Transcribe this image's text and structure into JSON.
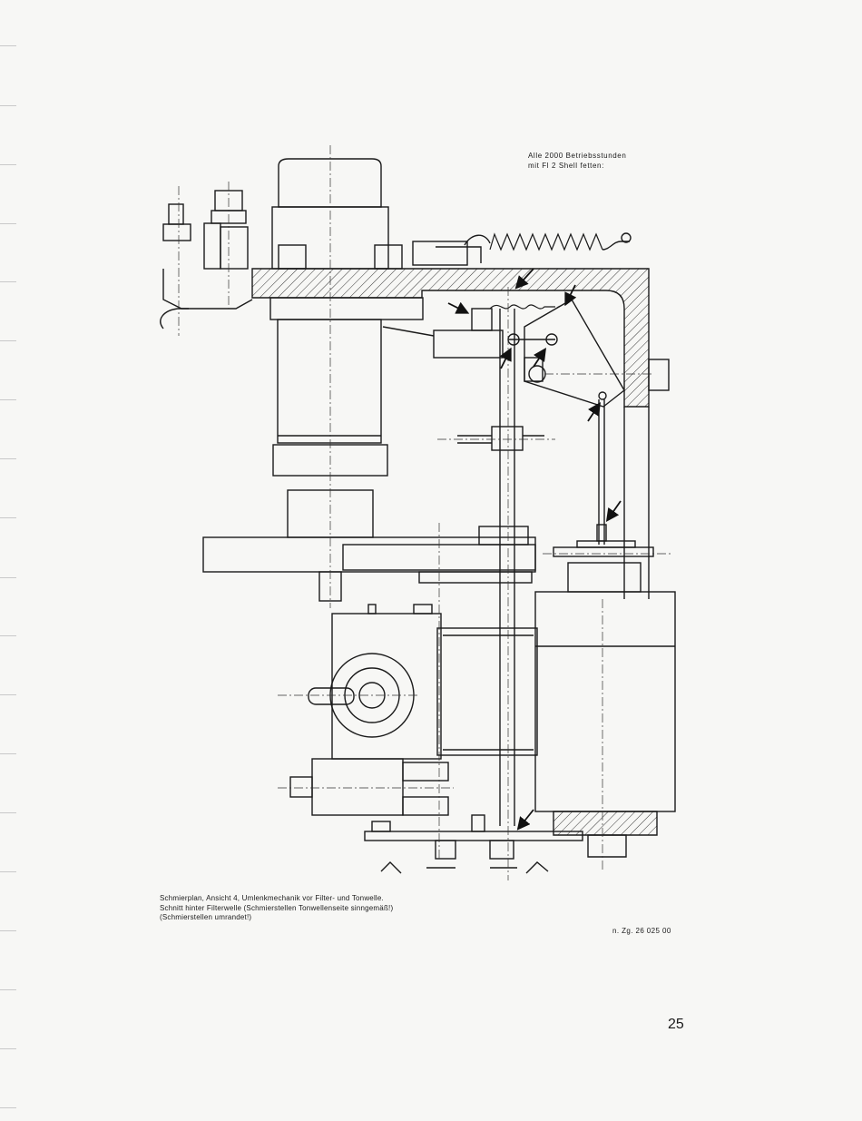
{
  "header_note": {
    "line1": "Alle 2000 Betriebsstunden",
    "line2": "mit Fl 2 Shell fetten:"
  },
  "caption": {
    "line1": "Schmierplan, Ansicht 4, Umlenkmechanik vor Filter- und Tonwelle.",
    "line2": "Schnitt hinter Filterwelle (Schmierstellen Tonwellenseite sinngemäß!)",
    "line3": "(Schmierstellen umrandet!)"
  },
  "drawing_ref": "n. Zg. 26 025 00",
  "page_number": "25"
}
